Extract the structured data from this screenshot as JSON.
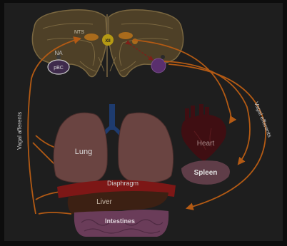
{
  "labels": {
    "nts": "NTS",
    "xii": "XII",
    "na": "NA",
    "pbc": "pBC",
    "vagal_afferents": "Vagal afferents",
    "vagal_efferents": "Vagal efferents",
    "lung": "Lung",
    "heart": "Heart",
    "spleen": "Spleen",
    "diaphragm": "Diaphragm",
    "liver": "Liver",
    "intestines": "Intestines"
  },
  "colors": {
    "background": "#0d0d0d",
    "panel": "#1e1e1e",
    "brainstem_fill": "#4e4027",
    "brainstem_outline": "#7a6740",
    "nucleus_orange": "#a96b1c",
    "nucleus_yellow": "#b59a14",
    "na_purple": "#3f2b4c",
    "efferent_purple": "#5a2f6e",
    "pathway_orange": "#b35a14",
    "lung": "#6a4441",
    "trachea": "#1e3b6e",
    "heart": "#3f0e12",
    "spleen": "#5f3d48",
    "diaphragm": "#7d1716",
    "liver": "#3c2013",
    "intestines": "#6a3c59"
  }
}
